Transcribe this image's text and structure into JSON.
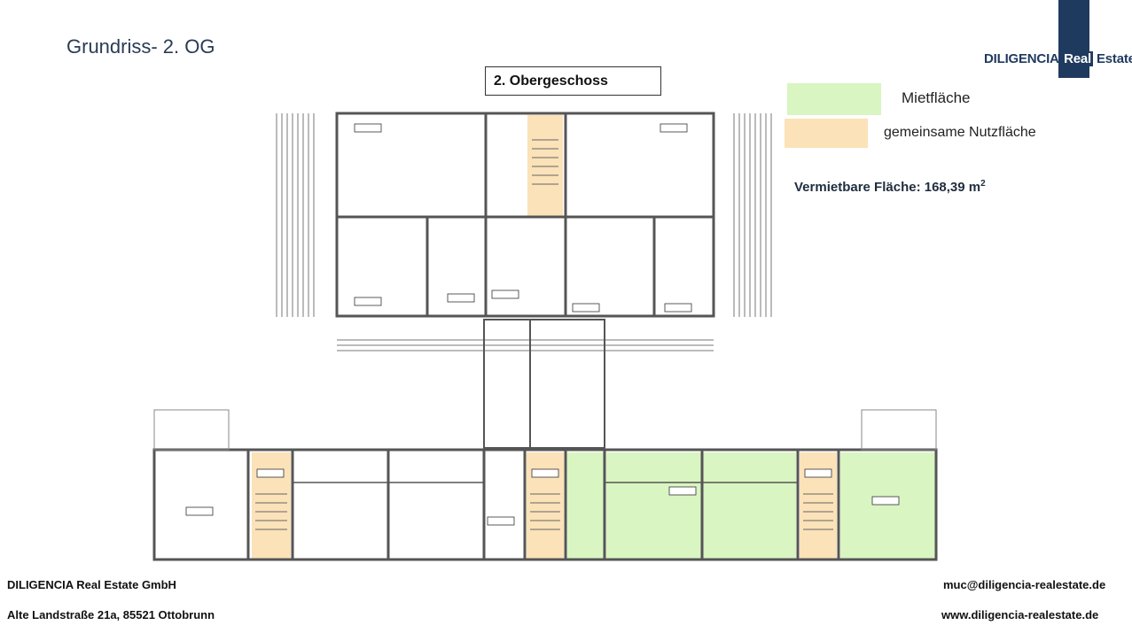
{
  "header": {
    "title": "Grundriss- 2. OG"
  },
  "brand": {
    "name_part1": "DILIGENCIA ",
    "name_part2": "Real",
    "name_part3": " Estate"
  },
  "floor_label": "2. Obergeschoss",
  "legend": {
    "items": [
      {
        "label": "Mietfläche",
        "color": "#d9f5c2"
      },
      {
        "label": "gemeinsame Nutzfläche",
        "color": "#fbe2b8"
      }
    ]
  },
  "area": {
    "text": "Vermietbare Fläche: 168,39 m",
    "unit_sup": "2"
  },
  "footer": {
    "company": "DILIGENCIA Real Estate GmbH",
    "address": "Alte Landstraße 21a, 85521 Ottobrunn",
    "email": "muc@diligencia-realestate.de",
    "website": "www.diligencia-realestate.de"
  },
  "colors": {
    "brand": "#1f3a5f",
    "rental": "#d9f5c2",
    "common": "#fbe2b8",
    "wall": "#555555"
  }
}
